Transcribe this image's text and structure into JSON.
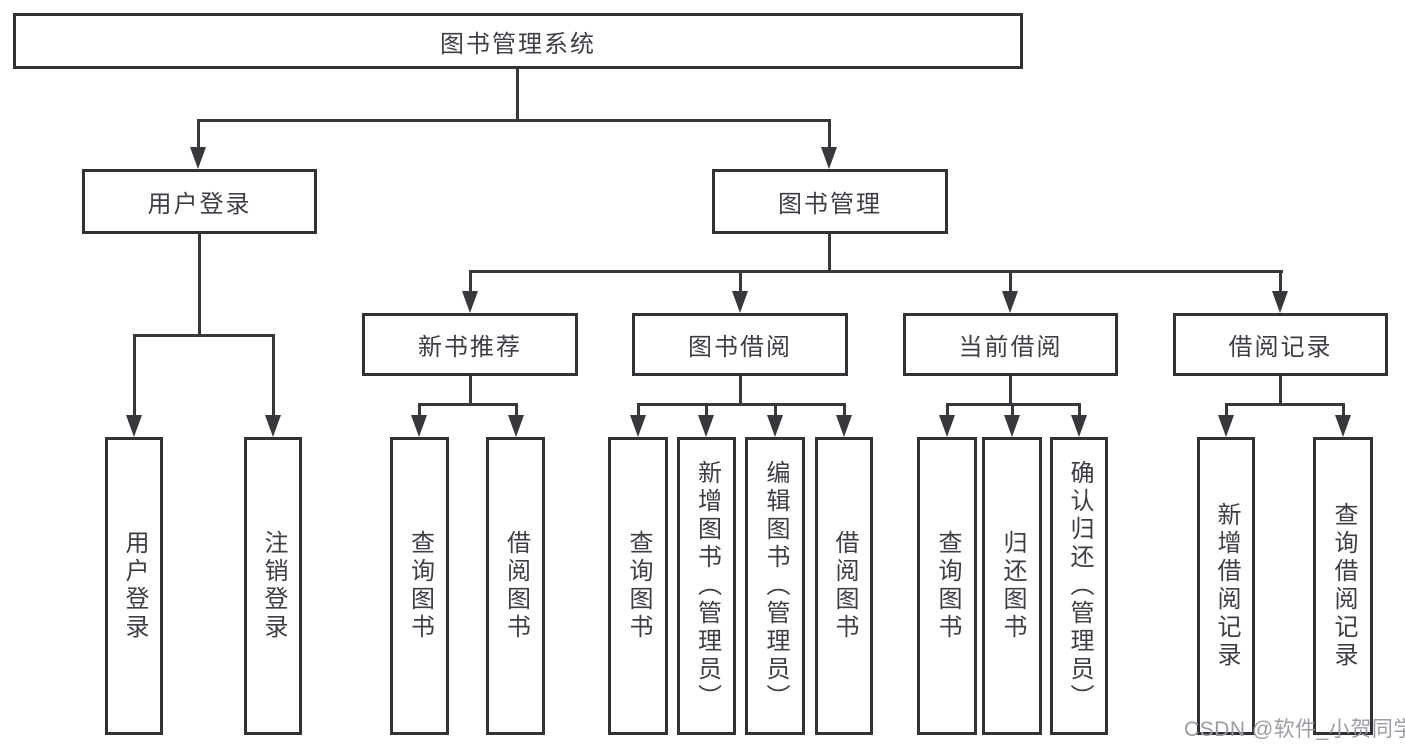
{
  "diagram": {
    "title": "图书管理系统",
    "watermark": "CSDN @软件_小贺同学",
    "nodes": {
      "root": "图书管理系统",
      "user_login": "用户登录",
      "book_mgmt": "图书管理",
      "login": "用户登录",
      "logout": "注销登录",
      "new_book_rec": "新书推荐",
      "book_borrow": "图书借阅",
      "current_borrow": "当前借阅",
      "borrow_record": "借阅记录",
      "nbr_query_book": "查询图书",
      "nbr_borrow_book": "借阅图书",
      "bb_query_book": "查询图书",
      "bb_add_book": "新增图书（管理员）",
      "bb_edit_book": "编辑图书（管理员）",
      "bb_borrow_book": "借阅图书",
      "cb_query_book": "查询图书",
      "cb_return_book": "归还图书",
      "cb_confirm_return": "确认归还（管理员）",
      "br_add_record": "新增借阅记录",
      "br_query_record": "查询借阅记录"
    }
  }
}
